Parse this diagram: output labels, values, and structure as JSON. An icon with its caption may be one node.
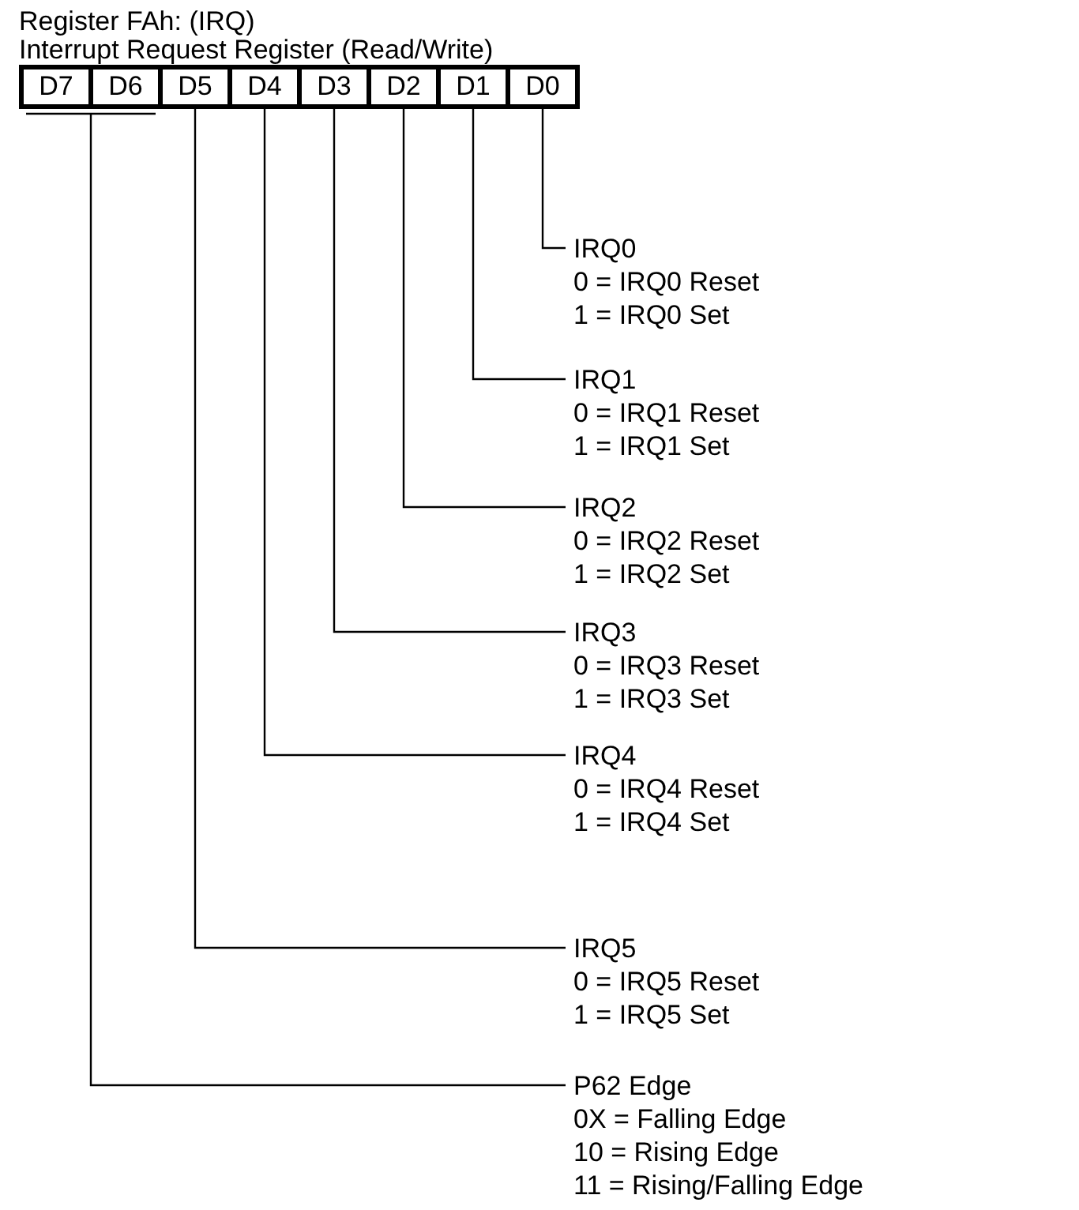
{
  "diagram": {
    "title": "Register FAh: (IRQ)",
    "labels": [
      "Interrupt Request Register (Read/Write)"
    ],
    "nodes": [
      {
        "text": [
          "D7"
        ]
      },
      {
        "text": [
          "D6"
        ]
      },
      {
        "text": [
          "D5"
        ]
      },
      {
        "text": [
          "D4"
        ]
      },
      {
        "text": [
          "D3"
        ]
      },
      {
        "text": [
          "D2"
        ]
      },
      {
        "text": [
          "D1"
        ]
      },
      {
        "text": [
          "D0"
        ]
      },
      {
        "text": [
          "IRQ0",
          "0 = IRQ0 Reset",
          "1 = IRQ0 Set"
        ]
      },
      {
        "text": [
          "IRQ1",
          "0 = IRQ1 Reset",
          "1 = IRQ1 Set"
        ]
      },
      {
        "text": [
          "IRQ2",
          "0 = IRQ2 Reset",
          "1 = IRQ2 Set"
        ]
      },
      {
        "text": [
          "IRQ3",
          "0 = IRQ3 Reset",
          "1 = IRQ3 Set"
        ]
      },
      {
        "text": [
          "IRQ4",
          "0 = IRQ4 Reset",
          "1 = IRQ4 Set"
        ]
      },
      {
        "text": [
          "IRQ5",
          "0 = IRQ5 Reset",
          "1 = IRQ5 Set"
        ]
      },
      {
        "text": [
          "P62 Edge",
          "0X = Falling Edge",
          "10 = Rising Edge",
          "11 = Rising/Falling Edge"
        ]
      }
    ],
    "edges": [
      {
        "from": 7,
        "to": 8,
        "arrow": "none"
      },
      {
        "from": 6,
        "to": 9,
        "arrow": "none"
      },
      {
        "from": 5,
        "to": 10,
        "arrow": "none"
      },
      {
        "from": 4,
        "to": 11,
        "arrow": "none"
      },
      {
        "from": 3,
        "to": 12,
        "arrow": "none"
      },
      {
        "from": 2,
        "to": 13,
        "arrow": "none"
      },
      {
        "from": 1,
        "to": 14,
        "arrow": "none"
      },
      {
        "from": 0,
        "to": 14,
        "arrow": "none"
      }
    ]
  }
}
